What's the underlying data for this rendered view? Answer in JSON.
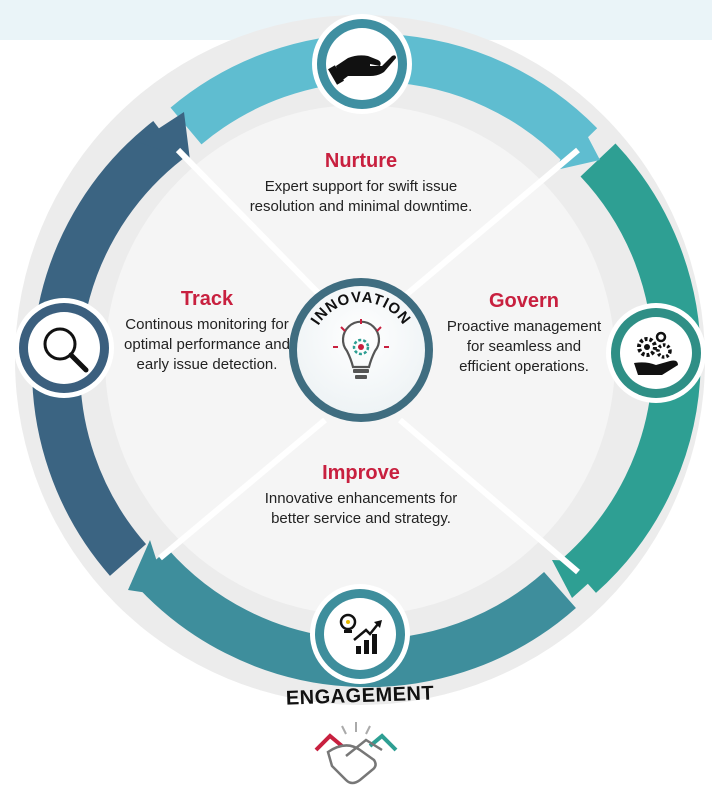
{
  "center": {
    "label": "INNOVATION"
  },
  "sections": {
    "nurture": {
      "title": "Nurture",
      "desc": "Expert support for swift issue resolution and minimal downtime."
    },
    "govern": {
      "title": "Govern",
      "desc": "Proactive management for seamless and efficient operations."
    },
    "improve": {
      "title": "Improve",
      "desc": "Innovative enhancements for better service and strategy."
    },
    "track": {
      "title": "Track",
      "desc": "Continous monitoring for optimal performance and early issue detection."
    }
  },
  "footer": {
    "label": "ENGAGEMENT"
  },
  "icons": {
    "nurture": "open-hand-icon",
    "govern": "gears-hand-icon",
    "track": "magnifier-icon",
    "engagement": "growth-chart-icon",
    "footer": "handshake-icon",
    "center": "lightbulb-gear-icon"
  },
  "colors": {
    "title": "#c8203f",
    "arc_top": "#5fbdd0",
    "arc_right": "#2e9f93",
    "arc_bottom": "#3e8e9c",
    "arc_left": "#3b6482",
    "outer_disc": "#ececec",
    "inner_disc": "#f4f4f4"
  }
}
